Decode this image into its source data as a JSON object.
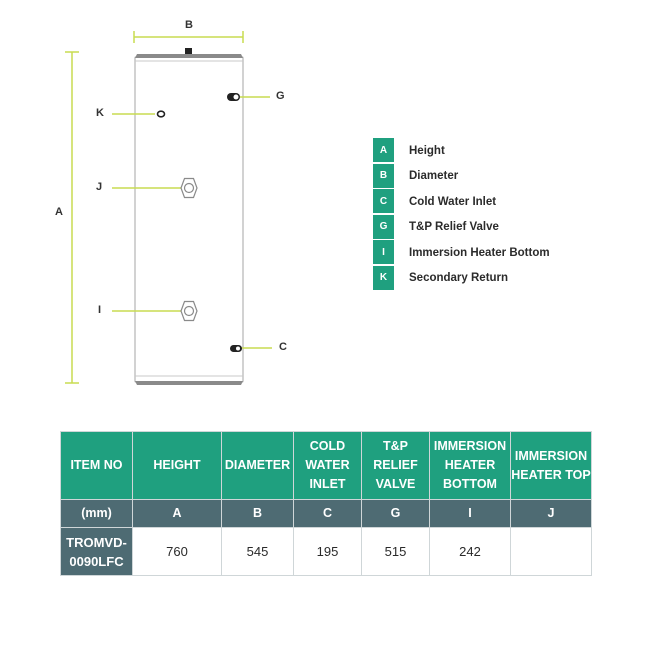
{
  "diagram": {
    "labels": {
      "A": "A",
      "B": "B",
      "C": "C",
      "G": "G",
      "I": "I",
      "J": "J",
      "K": "K"
    },
    "colors": {
      "dimension_line": "#c8dc50",
      "cylinder_outline": "#b5b5b5",
      "cap": "#8a8a8a"
    }
  },
  "legend": {
    "items": [
      {
        "key": "A",
        "label": "Height"
      },
      {
        "key": "B",
        "label": "Diameter"
      },
      {
        "key": "C",
        "label": "Cold Water Inlet"
      },
      {
        "key": "G",
        "label": "T&P Relief Valve"
      },
      {
        "key": "I",
        "label": "Immersion Heater Bottom"
      },
      {
        "key": "K",
        "label": "Secondary Return"
      }
    ],
    "key_color": "#1fa07f"
  },
  "table": {
    "headers": [
      "ITEM NO",
      "HEIGHT",
      "DIAMETER",
      "COLD WATER INLET",
      "T&P RELIEF VALVE",
      "IMMERSION HEATER BOTTOM",
      "IMMERSION HEATER TOP"
    ],
    "subheaders": [
      "(mm)",
      "A",
      "B",
      "C",
      "G",
      "I",
      "J"
    ],
    "rows": [
      [
        "TROMVD-0090LFC",
        "760",
        "545",
        "195",
        "515",
        "242",
        ""
      ]
    ],
    "colors": {
      "header_bg": "#1fa07f",
      "subheader_bg": "#4e6b73"
    }
  }
}
